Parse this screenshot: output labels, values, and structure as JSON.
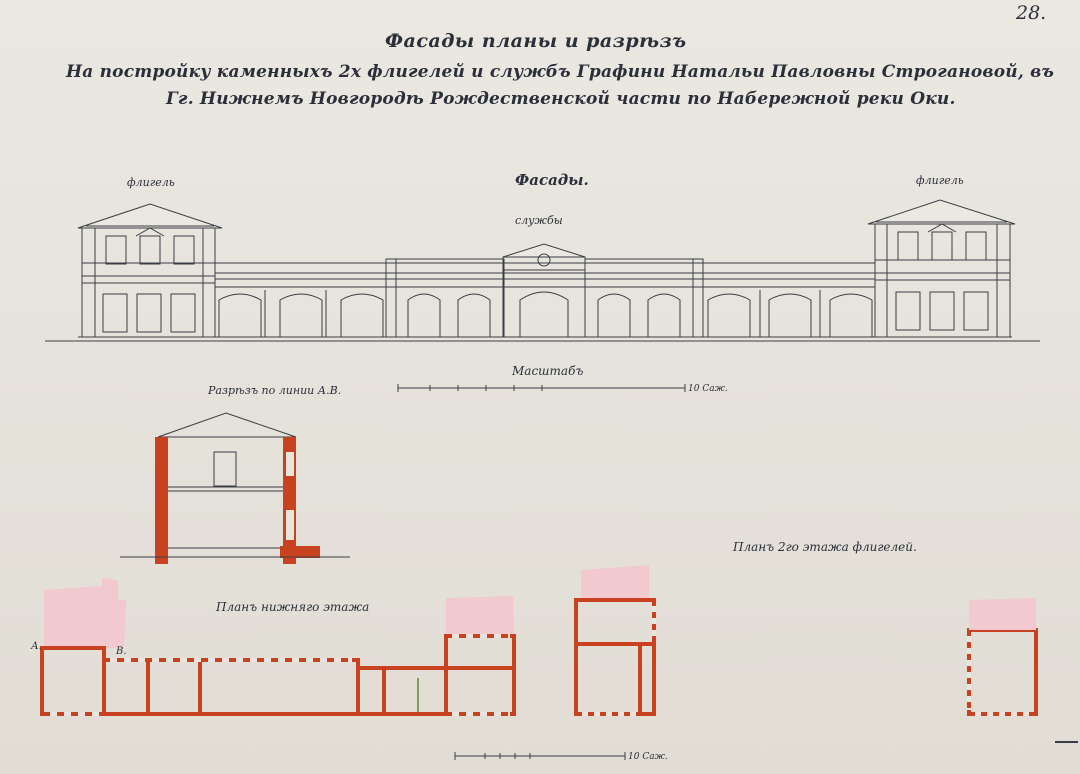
{
  "page_number": "28.",
  "title": {
    "line1": "Фасады планы и разрѣзъ",
    "line2": "На постройку каменныхъ 2х флигелей и службъ Графини Натальи Павловны Строгановой, въ",
    "line3": "Гг. Нижнемъ Новгородѣ Рождественской части по Набережной реки Оки."
  },
  "labels": {
    "facades": "Фасады.",
    "wing_left": "флигель",
    "wing_right": "флигель",
    "services": "службы",
    "section": "Разрѣзъ по линии А.В.",
    "scale": "Масштабъ",
    "scale_unit": "10 Саж.",
    "plan_ground": "Планъ нижняго этажа",
    "plan_upper": "Планъ 2го этажа флигелей.",
    "scale2_unit": "10 Саж.",
    "point_a": "А.",
    "point_b": "В."
  },
  "colors": {
    "paper": "#e8e5de",
    "ink": "#2a2f3a",
    "wall_red": "#c8421f",
    "pink_wash": "#f1c9cf"
  }
}
